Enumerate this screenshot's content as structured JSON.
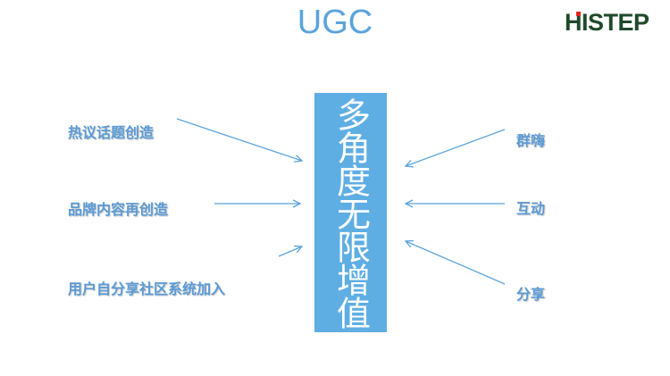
{
  "title": "UGC",
  "logo": "HISTEP",
  "center": "多角度无限增值",
  "left_items": [
    {
      "label": "热议话题创造"
    },
    {
      "label": "品牌内容再创造"
    },
    {
      "label": "用户自分享社区系统加入"
    }
  ],
  "right_items": [
    {
      "label": "群嗨"
    },
    {
      "label": "互动"
    },
    {
      "label": "分享"
    }
  ],
  "colors": {
    "accent": "#5eaee4",
    "text": "#5b9bd5",
    "logo": "#1f4a2a"
  }
}
